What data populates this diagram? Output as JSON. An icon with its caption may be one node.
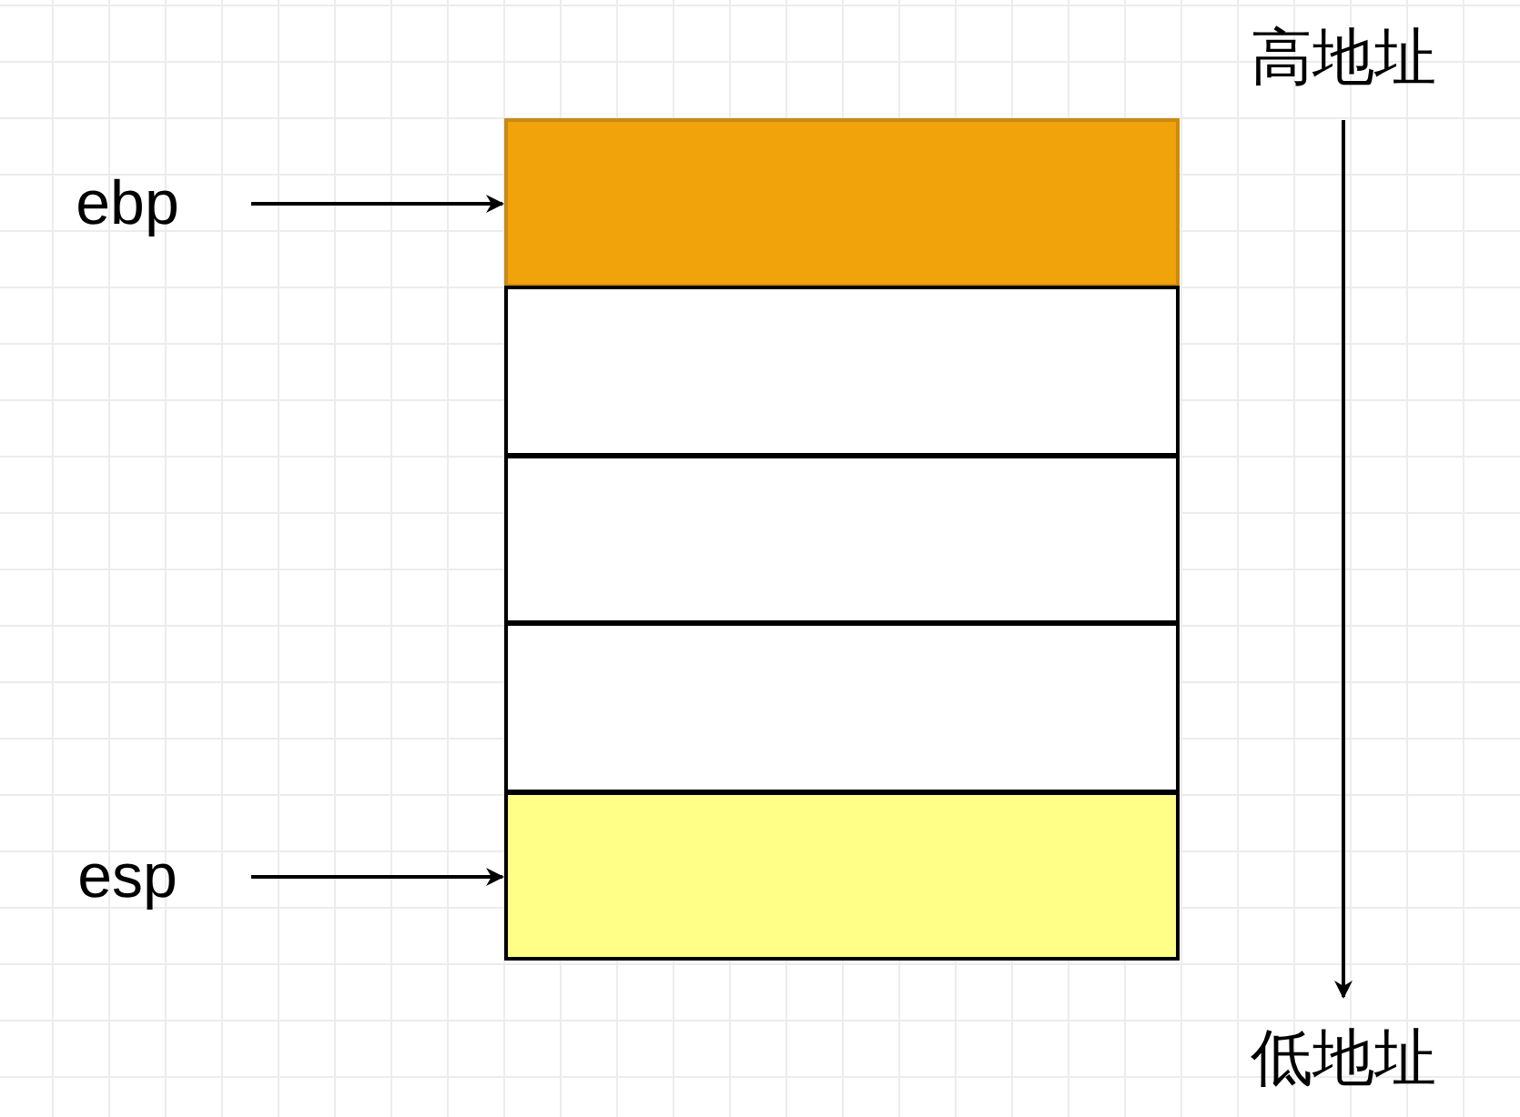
{
  "diagram": {
    "nodes": [
      {
        "text": [
          "ebp"
        ]
      },
      {
        "text": [
          "esp"
        ]
      },
      {
        "text": [],
        "shape": "box"
      },
      {
        "text": [],
        "shape": "box"
      },
      {
        "text": [],
        "shape": "box"
      },
      {
        "text": [],
        "shape": "box"
      },
      {
        "text": [],
        "shape": "box"
      },
      {
        "text": [
          "高地址"
        ]
      },
      {
        "text": [
          "低地址"
        ]
      }
    ],
    "edges": [
      {
        "from": 0,
        "to": 2,
        "arrow": "to"
      },
      {
        "from": 1,
        "to": 6,
        "arrow": "to"
      },
      {
        "from": 7,
        "to": 8,
        "arrow": "to"
      }
    ]
  }
}
